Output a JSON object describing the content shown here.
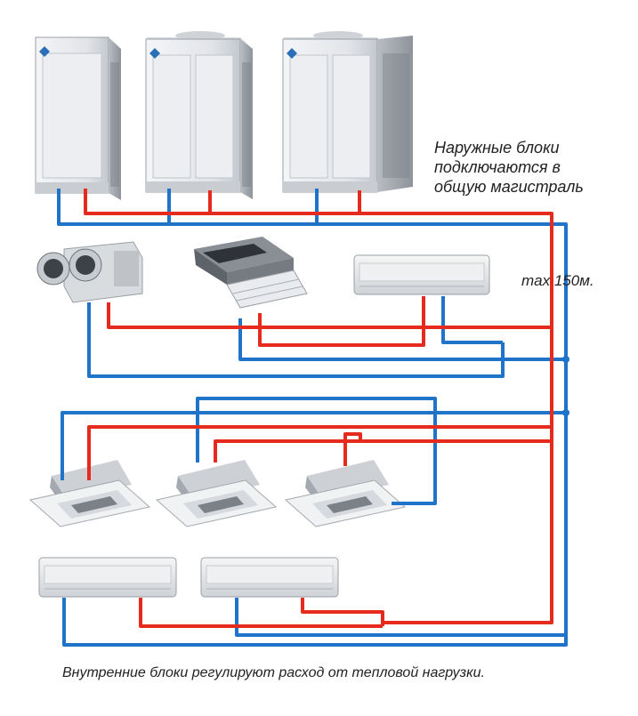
{
  "outdoor_caption": {
    "line1": "Наружные блоки",
    "line2": "подключаются в",
    "line3": "общую магистраль"
  },
  "max_label": "max 150м.",
  "bottom_caption": "Внутренние блоки регулируют расход от тепловой нагрузки.",
  "colors": {
    "supply_line": "#e52b1e",
    "return_line": "#1f73c8",
    "unit_body": "#e9ebee",
    "unit_shadow": "#a9adb3",
    "brand_mark": "#2a6fb7"
  },
  "icons": [
    "outdoor-unit-icon",
    "ducted-unit-icon",
    "ceiling-duct-unit-icon",
    "wall-split-unit-icon",
    "cassette-unit-icon"
  ]
}
